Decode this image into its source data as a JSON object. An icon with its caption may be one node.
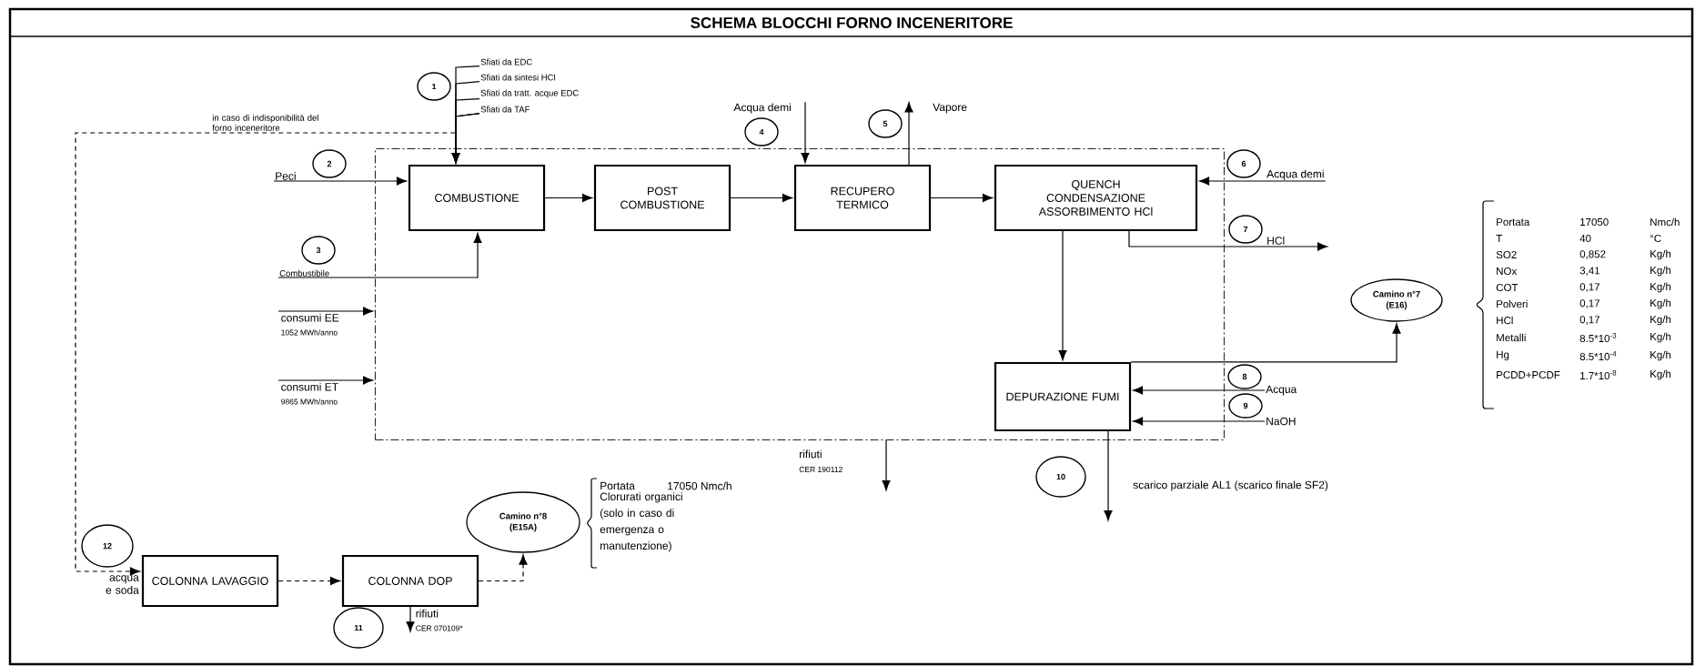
{
  "diagram": {
    "title": "SCHEMA BLOCCHI FORNO INCENERITORE",
    "nodes": [
      {
        "text": [],
        "shape": "box"
      },
      {
        "text": [
          "COMBUSTIONE"
        ],
        "in": 0
      },
      {
        "text": [
          "POST COMBUSTIONE"
        ],
        "in": 0
      },
      {
        "text": [
          "RECUPERO TERMICO"
        ],
        "in": 0
      },
      {
        "text": [
          "QUENCH CONDENSAZIONE ASSORBIMENTO HCl"
        ],
        "in": 0
      },
      {
        "text": [
          "DEPURAZIONE FUMI"
        ],
        "in": 0
      },
      {
        "text": [
          "Camino n°7",
          "(E16)"
        ]
      },
      {
        "text": [
          "COLONNA LAVAGGIO"
        ]
      },
      {
        "text": [
          "COLONNA DOP"
        ]
      },
      {
        "text": [
          "Camino n°8",
          "(E15A)"
        ]
      },
      {
        "text": [
          "Sfiati da EDC"
        ]
      },
      {
        "text": [
          "Sfiati da sintesi HCl"
        ]
      },
      {
        "text": [
          "Sfiati da tratt. acque EDC"
        ]
      },
      {
        "text": [
          "Sfiati da TAF"
        ]
      },
      {
        "text": [
          "Peci"
        ]
      },
      {
        "text": [
          "Combustibile"
        ]
      },
      {
        "text": [
          "consumi EE",
          "1052 MWh/anno"
        ]
      },
      {
        "text": [
          "consumi ET",
          "9865 MWh/anno"
        ]
      },
      {
        "text": [
          "Acqua demi"
        ]
      },
      {
        "text": [
          "Vapore"
        ]
      },
      {
        "text": [
          "Acqua demi"
        ]
      },
      {
        "text": [
          "Acqua"
        ]
      },
      {
        "text": [
          "NaOH"
        ]
      },
      {
        "text": [
          "1"
        ]
      },
      {
        "text": [
          "2"
        ]
      },
      {
        "text": [
          "3"
        ]
      },
      {
        "text": [
          "4"
        ]
      },
      {
        "text": [
          "5"
        ]
      },
      {
        "text": [
          "6"
        ]
      },
      {
        "text": [
          "7"
        ]
      },
      {
        "text": [
          "8"
        ]
      },
      {
        "text": [
          "9"
        ]
      },
      {
        "text": [
          "10"
        ]
      },
      {
        "text": [
          "11"
        ]
      },
      {
        "text": [
          "12"
        ]
      },
      {
        "text": [
          "rifiuti",
          "CER 070109*"
        ]
      }
    ],
    "edges": [
      {
        "from": 10,
        "to": 1,
        "arrow": "to"
      },
      {
        "from": 11,
        "to": 1,
        "arrow": "to"
      },
      {
        "from": 12,
        "to": 1,
        "arrow": "to"
      },
      {
        "from": 13,
        "to": 1,
        "arrow": "to"
      },
      {
        "from": 13,
        "to": 7,
        "arrow": "to",
        "style": "dashed",
        "label": "in caso di indisponibilità del forno inceneritore"
      },
      {
        "from": 14,
        "to": 1,
        "arrow": "to"
      },
      {
        "from": 15,
        "to": 1,
        "arrow": "to"
      },
      {
        "from": 1,
        "to": 2,
        "arrow": "to"
      },
      {
        "from": 2,
        "to": 3,
        "arrow": "to"
      },
      {
        "from": 3,
        "to": 4,
        "arrow": "to"
      },
      {
        "from": 18,
        "to": 3,
        "arrow": "to"
      },
      {
        "from": 3,
        "to": 19,
        "arrow": "to"
      },
      {
        "from": 20,
        "to": 4,
        "arrow": "to"
      },
      {
        "from": 4,
        "to": null,
        "arrow": "to",
        "label": "HCl"
      },
      {
        "from": 4,
        "to": 5,
        "arrow": "to"
      },
      {
        "from": 5,
        "to": 6,
        "arrow": "to"
      },
      {
        "from": 21,
        "to": 5,
        "arrow": "to"
      },
      {
        "from": 22,
        "to": 5,
        "arrow": "to"
      },
      {
        "from": 5,
        "to": null,
        "arrow": "to"
      },
      {
        "from": 0,
        "to": null,
        "arrow": "to"
      },
      {
        "from": 16,
        "to": 0,
        "arrow": "to"
      },
      {
        "from": 17,
        "to": 0,
        "arrow": "to"
      },
      {
        "from": 7,
        "to": 8,
        "arrow": "to",
        "style": "dashed"
      },
      {
        "from": 8,
        "to": 9,
        "arrow": "to",
        "style": "dashed"
      },
      {
        "from": 8,
        "to": 35,
        "arrow": "to"
      }
    ],
    "labels": [
      "acqua e soda",
      "rifiuti",
      "CER 190112",
      "scarico parziale AL1 (scarico finale SF2)",
      "Portata",
      "17050",
      "Nmc/h",
      "T",
      "40",
      "°C",
      "SO2",
      "0,852",
      "Kg/h",
      "NOx",
      "3,41",
      "Kg/h",
      "COT",
      "0,17",
      "Kg/h",
      "Polveri",
      "0,17",
      "Kg/h",
      "HCl",
      "0,17",
      "Kg/h",
      "Metalli",
      "8.5*10$^{-3}$",
      "Kg/h",
      "Hg",
      "8.5*10$^{-4}$",
      "Kg/h",
      "PCDD+PCDF",
      "1.7*10$^{-8}$",
      "Kg/h",
      "Portata",
      "17050 Nmc/h",
      "Clorurati organici (solo in caso di emergenza o manutenzione)"
    ]
  }
}
